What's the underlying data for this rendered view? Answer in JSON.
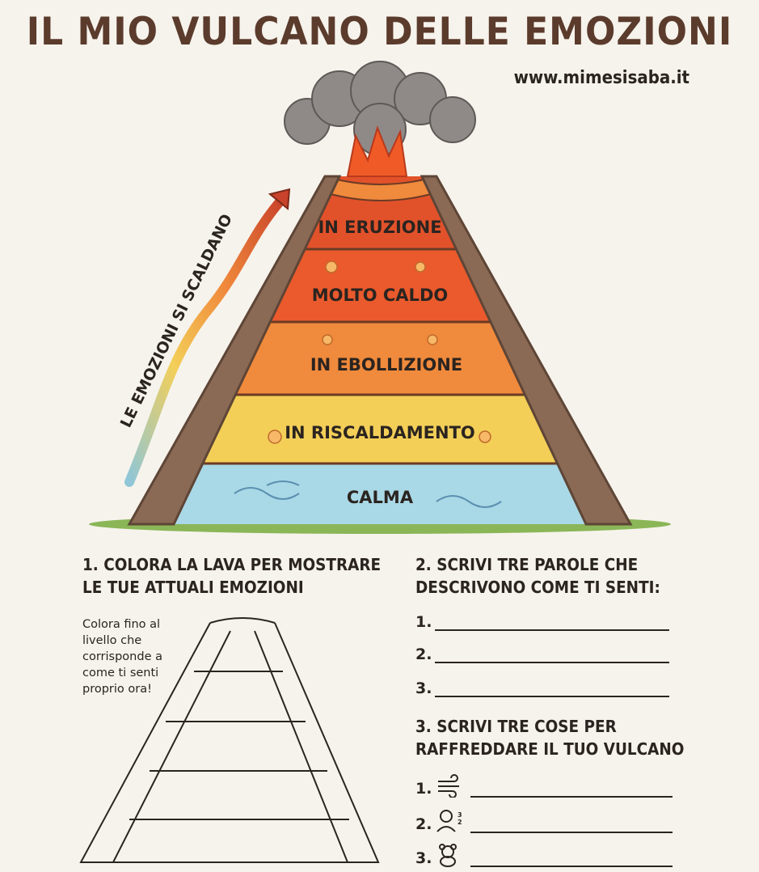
{
  "header": {
    "title": "IL MIO VULCANO DELLE EMOZIONI",
    "website": "www.mimesisaba.it"
  },
  "volcano": {
    "side_arrow_label": "LE EMOZIONI SI SCALDANO",
    "levels": [
      {
        "label": "IN ERUZIONE",
        "color": "#e2522a"
      },
      {
        "label": "MOLTO CALDO",
        "color": "#ea5a2c"
      },
      {
        "label": "IN EBOLLIZIONE",
        "color": "#f08a3c"
      },
      {
        "label": "IN RISCALDAMENTO",
        "color": "#f3cf58"
      },
      {
        "label": "CALMA",
        "color": "#a9d8e6"
      }
    ]
  },
  "section1": {
    "title_line1": "1. COLORA LA LAVA PER MOSTRARE",
    "title_line2": "LE TUE ATTUALI EMOZIONI",
    "hint_lines": [
      "Colora fino al",
      "livello che",
      "corrisponde a",
      "come ti senti",
      "proprio ora!"
    ]
  },
  "section2": {
    "title_line1": "2. SCRIVI TRE PAROLE CHE",
    "title_line2": "DESCRIVONO COME TI SENTI:",
    "items": [
      "1.",
      "2.",
      "3."
    ]
  },
  "section3": {
    "title_line1": "3. SCRIVI TRE COSE PER",
    "title_line2": "RAFFREDDARE IL TUO VULCANO",
    "items": [
      {
        "num": "1.",
        "icon": "wind-breath-icon"
      },
      {
        "num": "2.",
        "icon": "counting-person-icon"
      },
      {
        "num": "3.",
        "icon": "teddy-bear-icon"
      }
    ]
  }
}
